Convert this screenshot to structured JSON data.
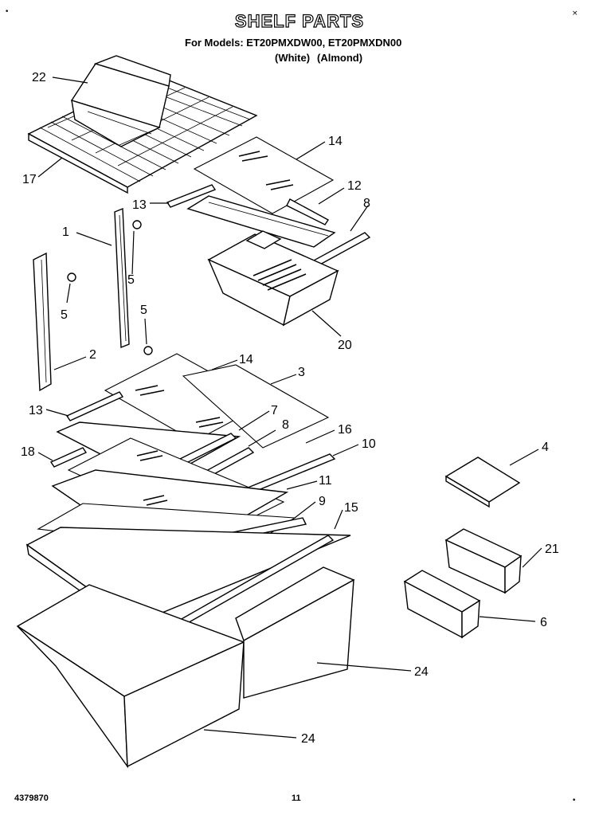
{
  "header": {
    "title": "SHELF PARTS",
    "models_line": "For Models: ET20PMXDW00, ET20PMXDN00",
    "variant_white": "(White)",
    "variant_almond": "(Almond)"
  },
  "footer": {
    "doc_number": "4379870",
    "page_number": "11"
  },
  "callouts": {
    "c22": "22",
    "c17": "17",
    "c14a": "14",
    "c12": "12",
    "c13a": "13",
    "c8a": "8",
    "c1": "1",
    "c5a": "5",
    "c5b": "5",
    "c5c": "5",
    "c20": "20",
    "c2": "2",
    "c14b": "14",
    "c3": "3",
    "c13b": "13",
    "c7": "7",
    "c8b": "8",
    "c16": "16",
    "c18": "18",
    "c10": "10",
    "c11": "11",
    "c9": "9",
    "c15": "15",
    "c4": "4",
    "c21": "21",
    "c6": "6",
    "c24a": "24",
    "c24b": "24"
  }
}
